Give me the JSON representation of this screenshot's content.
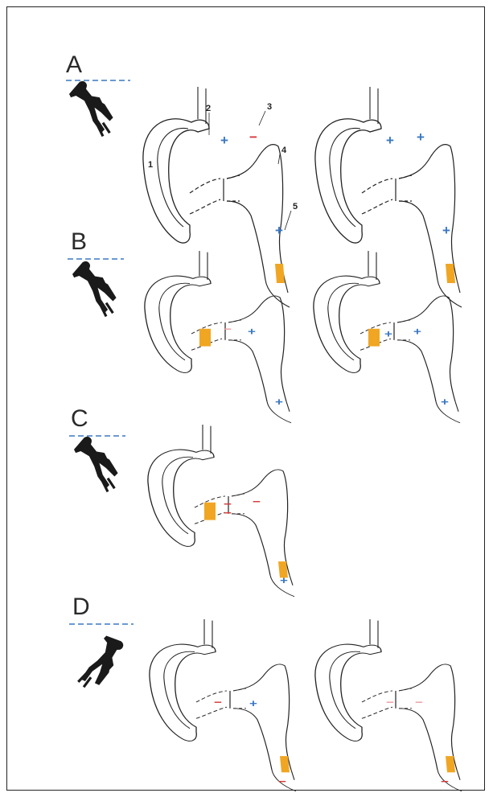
{
  "colors": {
    "plus": "#3a78c2",
    "minus": "#d63a3a",
    "minus_faint": "#eda0a0",
    "plus_faint": "#94b6de",
    "plug": "#f0a623",
    "outline": "#222222",
    "dash_blue": "#3a78c2"
  },
  "panels": [
    {
      "letter": "A"
    },
    {
      "letter": "B"
    },
    {
      "letter": "C"
    },
    {
      "letter": "D"
    }
  ],
  "labels": [
    "1",
    "2",
    "3",
    "4",
    "5"
  ],
  "symbols": {
    "plus": "+",
    "minus": "−"
  }
}
